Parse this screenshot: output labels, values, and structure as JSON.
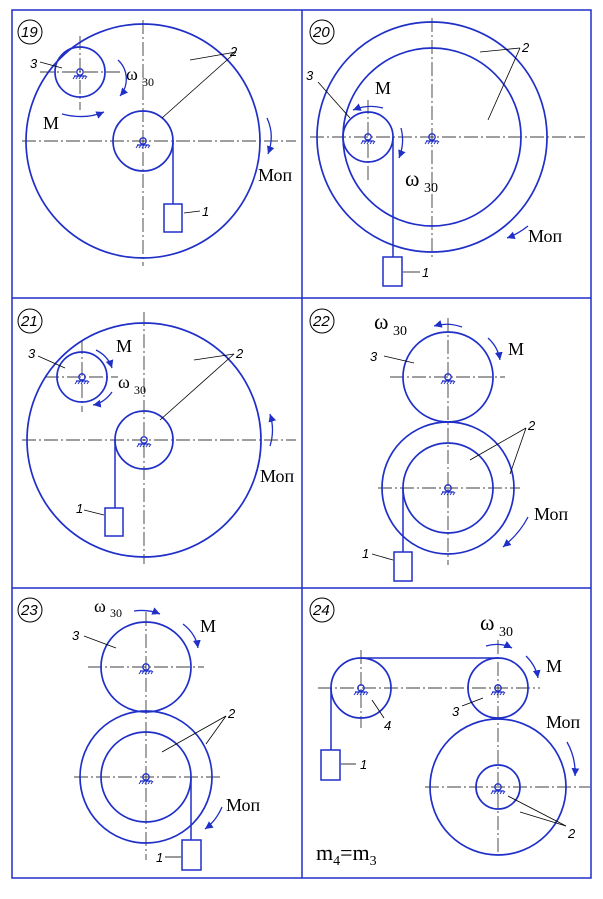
{
  "colors": {
    "mechanism": "#1f2fc8",
    "frame": "#1f2fc8",
    "leader": "#000000",
    "centerline": "#000000"
  },
  "panels": [
    {
      "number": "19",
      "labels": {
        "part1": "1",
        "part2": "2",
        "part3": "3",
        "moment": "M",
        "omega": "ω",
        "omega_sub": "30",
        "resist": "Моп"
      }
    },
    {
      "number": "20",
      "labels": {
        "part1": "1",
        "part2": "2",
        "part3": "3",
        "moment": "M",
        "omega": "ω",
        "omega_sub": "30",
        "resist": "Моп"
      }
    },
    {
      "number": "21",
      "labels": {
        "part1": "1",
        "part2": "2",
        "part3": "3",
        "moment": "M",
        "omega": "ω",
        "omega_sub": "30",
        "resist": "Моп"
      }
    },
    {
      "number": "22",
      "labels": {
        "part1": "1",
        "part2": "2",
        "part3": "3",
        "moment": "M",
        "omega": "ω",
        "omega_sub": "30",
        "resist": "Моп"
      }
    },
    {
      "number": "23",
      "labels": {
        "part1": "1",
        "part2": "2",
        "part3": "3",
        "moment": "M",
        "omega": "ω",
        "omega_sub": "30",
        "resist": "Моп"
      }
    },
    {
      "number": "24",
      "labels": {
        "part1": "1",
        "part2": "2",
        "part3": "3",
        "part4": "4",
        "moment": "M",
        "omega": "ω",
        "omega_sub": "30",
        "resist": "Моп"
      },
      "formula": {
        "m4": "m",
        "m4_sub": "4",
        "eq": "=m",
        "m3_sub": "3"
      }
    }
  ]
}
